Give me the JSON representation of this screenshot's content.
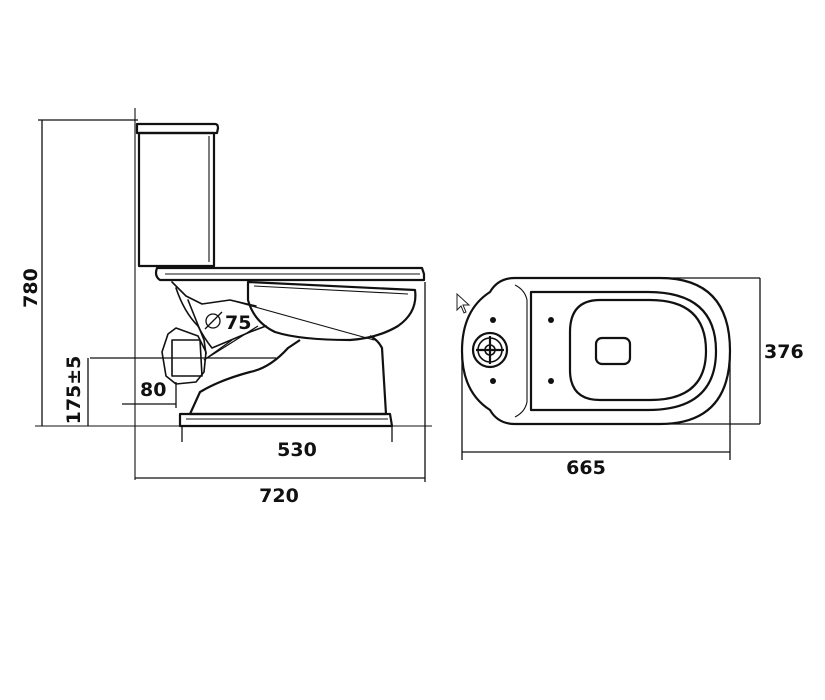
{
  "side_view": {
    "overall_height": "780",
    "overall_length": "720",
    "base_length": "530",
    "outlet_diameter": "75",
    "outlet_height": "175±5",
    "outlet_width": "80"
  },
  "top_view": {
    "length": "665",
    "width": "376"
  },
  "line_color": "#111111",
  "background_color": "#ffffff"
}
